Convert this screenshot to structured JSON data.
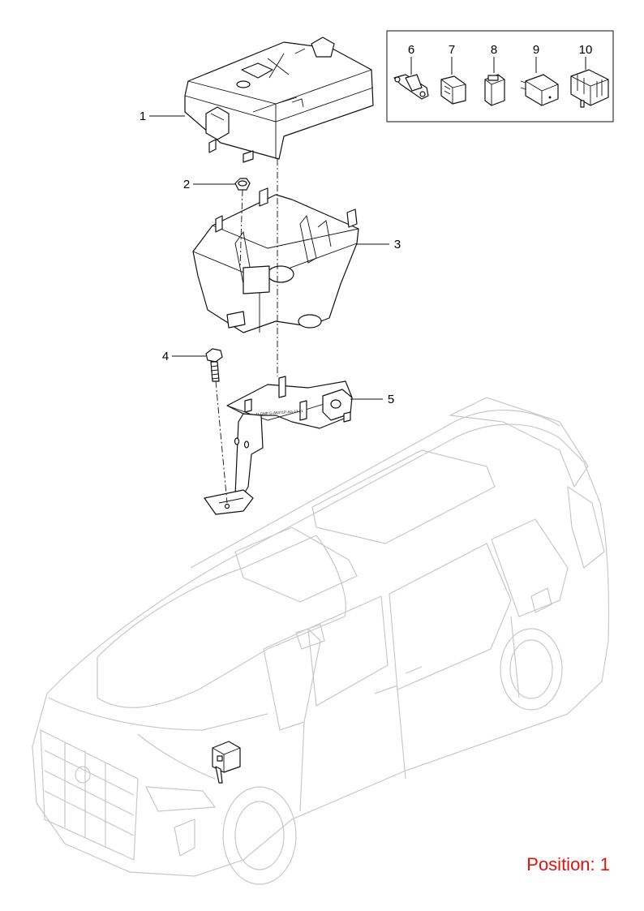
{
  "callouts": {
    "c1": "1",
    "c2": "2",
    "c3": "3",
    "c4": "4",
    "c5": "5"
  },
  "inset": {
    "labels": [
      "6",
      "7",
      "8",
      "9",
      "10"
    ]
  },
  "bracket_text": "D-GMP G-A6471P-AG-13 11",
  "position_label": "Position: 1",
  "colors": {
    "position": "#e3120b",
    "car_outline": "#c8c8c8",
    "line": "#111111"
  }
}
